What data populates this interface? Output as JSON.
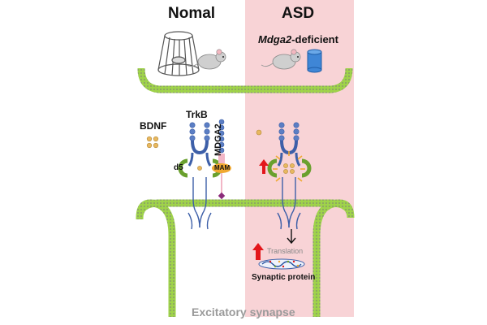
{
  "panels": {
    "left_title": "Nomal",
    "right_title": "ASD",
    "right_subtitle_gene": "Mdga2",
    "right_subtitle_rest": "-deficient"
  },
  "labels": {
    "bdnf": "BDNF",
    "trkb": "TrkB",
    "mdga2": "MDGA2",
    "d5": "d5",
    "mam": "MAM",
    "translation": "Translation",
    "synaptic_protein": "Synaptic protein",
    "footer": "Excitatory synapse"
  },
  "colors": {
    "asd_background": "#f8d3d6",
    "membrane_green": "#9fd34a",
    "membrane_dots": "#7c7c7c",
    "receptor_blue": "#5b7ec4",
    "receptor_dark": "#3d5fa8",
    "d5_green": "#6aa02e",
    "bdnf_orange": "#e8b860",
    "mam_orange": "#f0a830",
    "mdga2_pink": "#f2b6c6",
    "increase_arrow": "#e3161b",
    "footer_gray": "#9a9a9a"
  },
  "icons": [
    "cage-icon",
    "mouse-icon",
    "tube-icon",
    "red-up-arrow-icon",
    "ribosome-mrna-icon"
  ]
}
